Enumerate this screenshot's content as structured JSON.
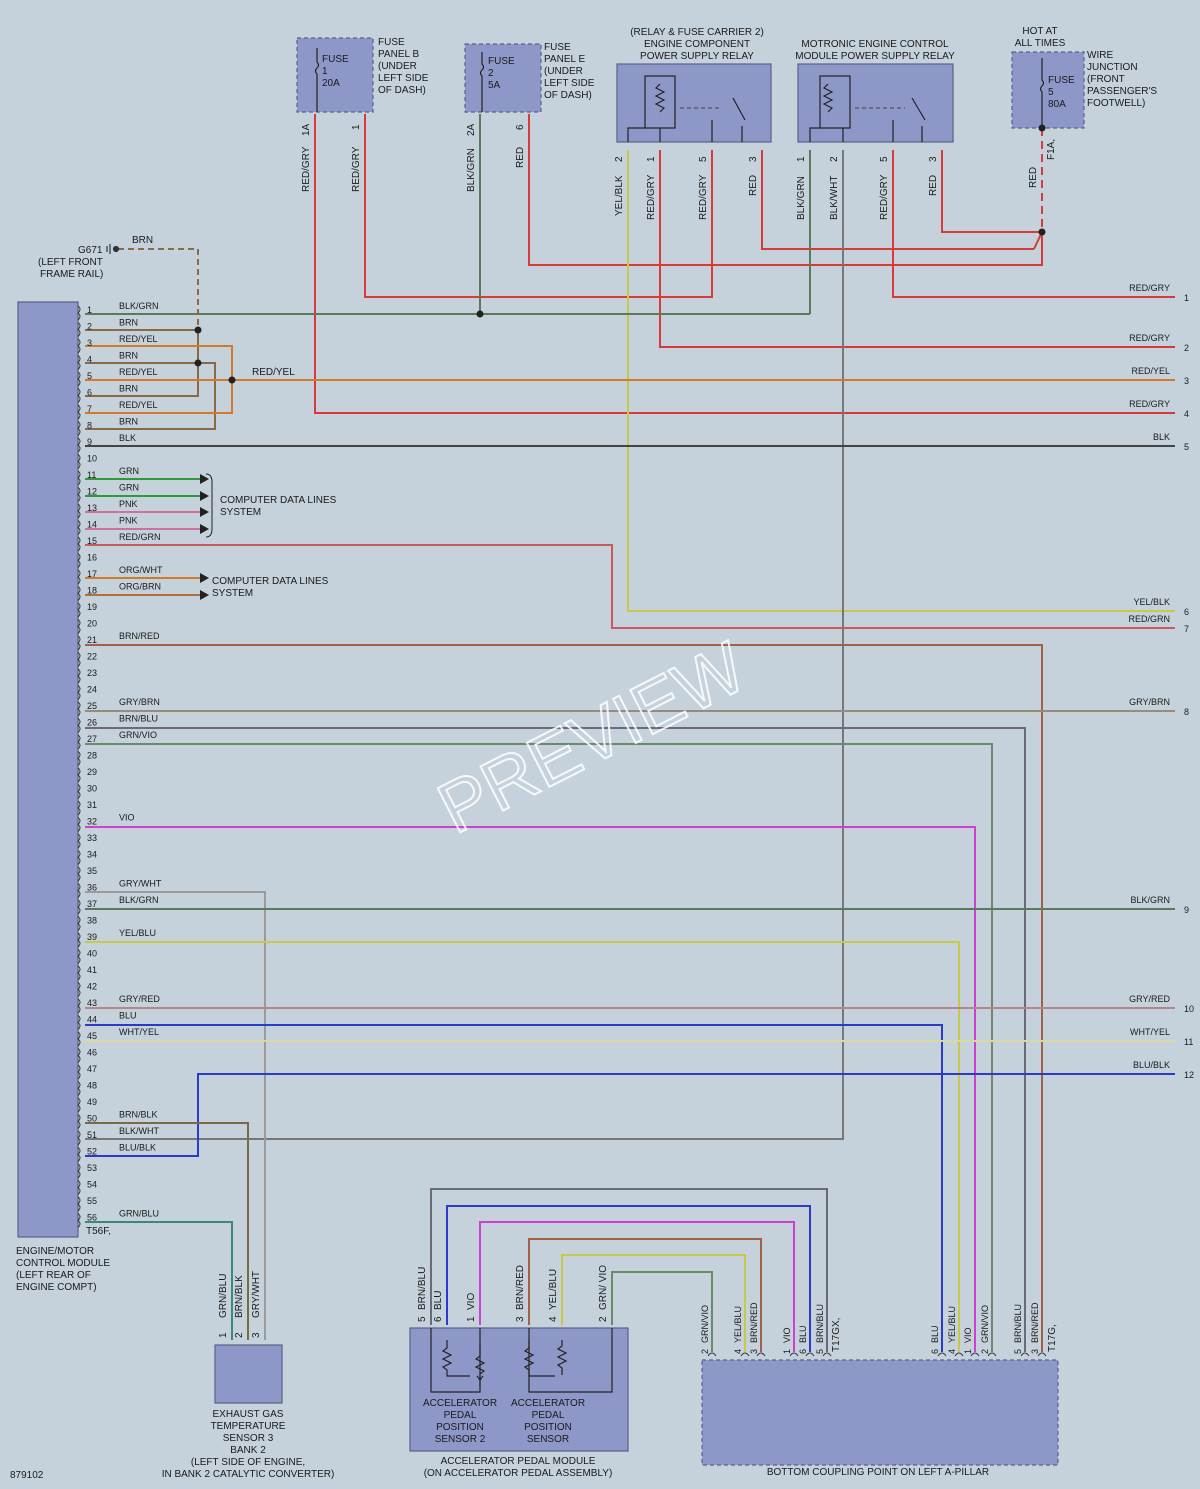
{
  "colors": {
    "background": "#c5d2dc",
    "component": "#8e98c8",
    "RED": "#d83a3a",
    "BRN": "#8a6a45",
    "BLK": "#444444",
    "GRN": "#2e9a3a",
    "PNK": "#d070a0",
    "YEL": "#c8c84a",
    "VIO": "#d040d0",
    "BLU": "#2b3ac8",
    "GRY": "#9a9a9a",
    "ORG": "#d07a2a"
  },
  "diagram_id": "879102",
  "watermark": "PREVIEW",
  "ecm": {
    "label_lines": [
      "ENGINE/MOTOR",
      "CONTROL MODULE",
      "(LEFT REAR OF",
      "ENGINE COMPT)"
    ],
    "connector": "T56F,"
  },
  "ground": {
    "id": "G671",
    "lines": [
      "(LEFT FRONT",
      "FRAME RAIL)"
    ],
    "wire": "BRN"
  },
  "fuse1": {
    "name": "FUSE",
    "num": "1",
    "amp": "20A",
    "lines": [
      "FUSE",
      "PANEL B",
      "(UNDER",
      "LEFT SIDE",
      "OF DASH)"
    ],
    "pins": [
      "1A",
      "1"
    ],
    "wires": [
      "RED/GRY",
      "RED/GRY"
    ]
  },
  "fuse2": {
    "name": "FUSE",
    "num": "2",
    "amp": "5A",
    "lines": [
      "FUSE",
      "PANEL E",
      "(UNDER",
      "LEFT SIDE",
      "OF DASH)"
    ],
    "pins": [
      "2A",
      "6"
    ],
    "wires": [
      "BLK/GRN",
      "RED"
    ]
  },
  "relay1": {
    "lines": [
      "(RELAY & FUSE CARRIER 2)",
      "ENGINE COMPONENT",
      "POWER SUPPLY RELAY"
    ],
    "pins": [
      "2",
      "1",
      "5",
      "3"
    ],
    "wires": [
      "YEL/BLK",
      "RED/GRY",
      "RED/GRY",
      "RED"
    ]
  },
  "relay2": {
    "lines": [
      "MOTRONIC ENGINE CONTROL",
      "MODULE POWER SUPPLY RELAY"
    ],
    "pins": [
      "1",
      "2",
      "5",
      "3"
    ],
    "wires": [
      "BLK/GRN",
      "BLK/WHT",
      "RED/GRY",
      "RED"
    ]
  },
  "fuse5": {
    "hot": [
      "HOT AT",
      "ALL TIMES"
    ],
    "name": "FUSE",
    "num": "5",
    "amp": "80A",
    "lines": [
      "WIRE",
      "JUNCTION",
      "(FRONT",
      "PASSENGER'S",
      "FOOTWELL)"
    ],
    "pin": "F1A,",
    "wire": "RED"
  },
  "pins": [
    {
      "n": "1",
      "w": "BLK/GRN"
    },
    {
      "n": "2",
      "w": "BRN"
    },
    {
      "n": "3",
      "w": "RED/YEL"
    },
    {
      "n": "4",
      "w": "BRN"
    },
    {
      "n": "5",
      "w": "RED/YEL"
    },
    {
      "n": "6",
      "w": "BRN"
    },
    {
      "n": "7",
      "w": "RED/YEL"
    },
    {
      "n": "8",
      "w": "BRN"
    },
    {
      "n": "9",
      "w": "BLK"
    },
    {
      "n": "10",
      "w": ""
    },
    {
      "n": "11",
      "w": "GRN"
    },
    {
      "n": "12",
      "w": "GRN"
    },
    {
      "n": "13",
      "w": "PNK"
    },
    {
      "n": "14",
      "w": "PNK"
    },
    {
      "n": "15",
      "w": "RED/GRN"
    },
    {
      "n": "16",
      "w": ""
    },
    {
      "n": "17",
      "w": "ORG/WHT"
    },
    {
      "n": "18",
      "w": "ORG/BRN"
    },
    {
      "n": "19",
      "w": ""
    },
    {
      "n": "20",
      "w": ""
    },
    {
      "n": "21",
      "w": "BRN/RED"
    },
    {
      "n": "22",
      "w": ""
    },
    {
      "n": "23",
      "w": ""
    },
    {
      "n": "24",
      "w": ""
    },
    {
      "n": "25",
      "w": "GRY/BRN"
    },
    {
      "n": "26",
      "w": "BRN/BLU"
    },
    {
      "n": "27",
      "w": "GRN/VIO"
    },
    {
      "n": "28",
      "w": ""
    },
    {
      "n": "29",
      "w": ""
    },
    {
      "n": "30",
      "w": ""
    },
    {
      "n": "31",
      "w": ""
    },
    {
      "n": "32",
      "w": "VIO"
    },
    {
      "n": "33",
      "w": ""
    },
    {
      "n": "34",
      "w": ""
    },
    {
      "n": "35",
      "w": ""
    },
    {
      "n": "36",
      "w": "GRY/WHT"
    },
    {
      "n": "37",
      "w": "BLK/GRN"
    },
    {
      "n": "38",
      "w": ""
    },
    {
      "n": "39",
      "w": "YEL/BLU"
    },
    {
      "n": "40",
      "w": ""
    },
    {
      "n": "41",
      "w": ""
    },
    {
      "n": "42",
      "w": ""
    },
    {
      "n": "43",
      "w": "GRY/RED"
    },
    {
      "n": "44",
      "w": "BLU"
    },
    {
      "n": "45",
      "w": "WHT/YEL"
    },
    {
      "n": "46",
      "w": ""
    },
    {
      "n": "47",
      "w": ""
    },
    {
      "n": "48",
      "w": ""
    },
    {
      "n": "49",
      "w": ""
    },
    {
      "n": "50",
      "w": "BRN/BLK"
    },
    {
      "n": "51",
      "w": "BLK/WHT"
    },
    {
      "n": "52",
      "w": "BLU/BLK"
    },
    {
      "n": "53",
      "w": ""
    },
    {
      "n": "54",
      "w": ""
    },
    {
      "n": "55",
      "w": ""
    },
    {
      "n": "56",
      "w": "GRN/BLU"
    }
  ],
  "junction_label": "RED/YEL",
  "cdl1": [
    "COMPUTER DATA LINES",
    "SYSTEM"
  ],
  "cdl2": [
    "COMPUTER DATA LINES",
    "SYSTEM"
  ],
  "right_refs": [
    {
      "w": "RED/GRY",
      "n": "1"
    },
    {
      "w": "RED/GRY",
      "n": "2"
    },
    {
      "w": "RED/YEL",
      "n": "3"
    },
    {
      "w": "RED/GRY",
      "n": "4"
    },
    {
      "w": "BLK",
      "n": "5"
    },
    {
      "w": "YEL/BLK",
      "n": "6"
    },
    {
      "w": "RED/GRN",
      "n": "7"
    },
    {
      "w": "GRY/BRN",
      "n": "8"
    },
    {
      "w": "BLK/GRN",
      "n": "9"
    },
    {
      "w": "GRY/RED",
      "n": "10"
    },
    {
      "w": "WHT/YEL",
      "n": "11"
    },
    {
      "w": "BLU/BLK",
      "n": "12"
    }
  ],
  "exhaust": {
    "lines": [
      "EXHAUST GAS",
      "TEMPERATURE",
      "SENSOR 3",
      "BANK 2",
      "(LEFT SIDE OF ENGINE,",
      "IN BANK 2 CATALYTIC CONVERTER)"
    ],
    "pins": [
      "1",
      "2",
      "3"
    ],
    "wires": [
      "GRN/BLU",
      "BRN/BLK",
      "GRY/WHT"
    ]
  },
  "pedal": {
    "lines": [
      "ACCELERATOR PEDAL MODULE",
      "(ON ACCELERATOR PEDAL ASSEMBLY)"
    ],
    "sensor2": [
      "ACCELERATOR",
      "PEDAL",
      "POSITION",
      "SENSOR 2"
    ],
    "sensor1": [
      "ACCELERATOR",
      "PEDAL",
      "POSITION",
      "SENSOR"
    ],
    "pins": [
      {
        "n": "5",
        "w": "BRN/BLU"
      },
      {
        "n": "6",
        "w": "BLU"
      },
      {
        "n": "1",
        "w": "VIO"
      },
      {
        "n": "3",
        "w": "BRN/RED"
      },
      {
        "n": "4",
        "w": "YEL/BLU"
      },
      {
        "n": "2",
        "w": "GRN/ VIO"
      }
    ]
  },
  "coupling": {
    "label": "BOTTOM COUPLING POINT ON LEFT A-PILLAR",
    "connector_gx": "T17GX,",
    "connector_g": "T17G,",
    "left_pins": [
      {
        "n": "2",
        "w": "GRN/VIO"
      },
      {
        "n": "4",
        "w": "YEL/BLU"
      },
      {
        "n": "3",
        "w": "BRN/RED"
      },
      {
        "n": "1",
        "w": "VIO"
      },
      {
        "n": "6",
        "w": "BLU"
      },
      {
        "n": "5",
        "w": "BRN/BLU"
      }
    ],
    "right_pins": [
      {
        "n": "6",
        "w": "BLU"
      },
      {
        "n": "4",
        "w": "YEL/BLU"
      },
      {
        "n": "1",
        "w": "VIO"
      },
      {
        "n": "2",
        "w": "GRN/VIO"
      },
      {
        "n": "5",
        "w": "BRN/BLU"
      },
      {
        "n": "3",
        "w": "BRN/RED"
      }
    ]
  }
}
